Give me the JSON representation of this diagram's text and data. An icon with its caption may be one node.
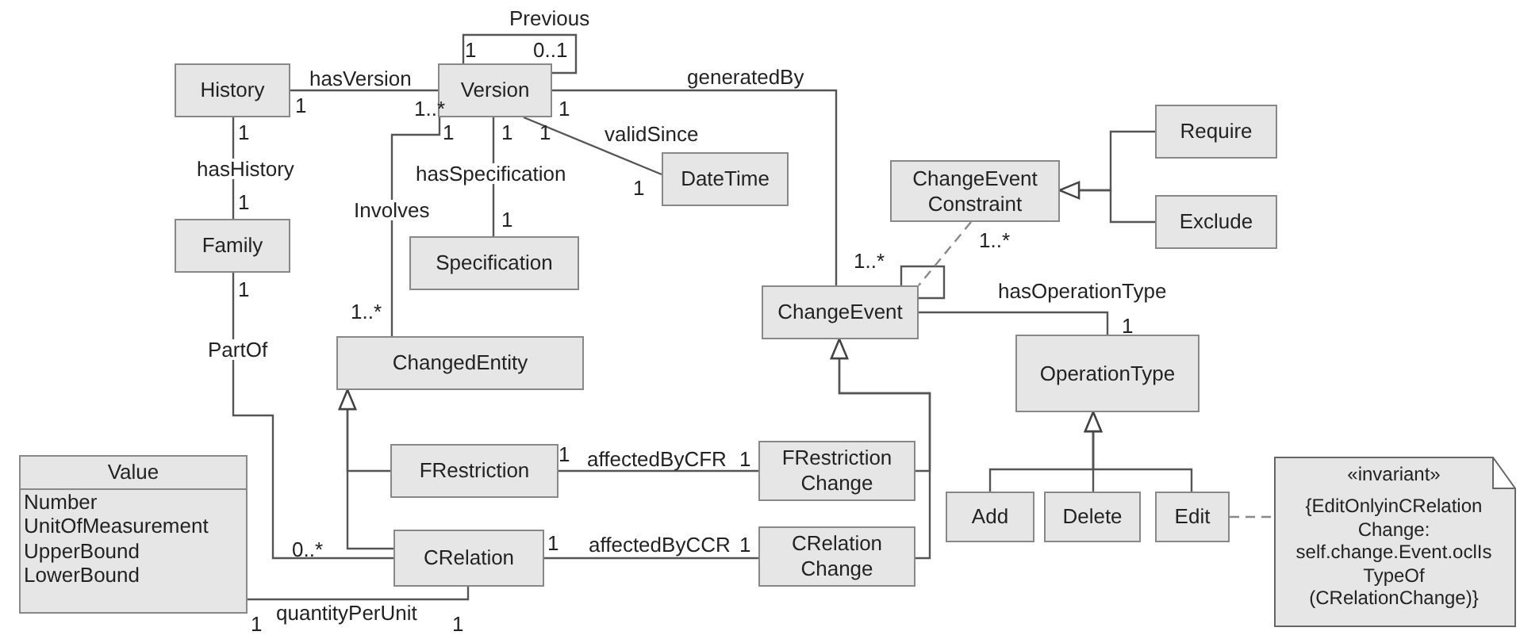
{
  "diagram": {
    "nodes": [
      {
        "text": [
          "History"
        ]
      },
      {
        "text": [
          "Version"
        ]
      },
      {
        "text": [
          "DateTime"
        ]
      },
      {
        "text": [
          "Specification"
        ]
      },
      {
        "text": [
          "Family"
        ]
      },
      {
        "text": [
          "ChangeEvent Constraint"
        ]
      },
      {
        "text": [
          "Require"
        ]
      },
      {
        "text": [
          "Exclude"
        ]
      },
      {
        "text": [
          "ChangeEvent"
        ]
      },
      {
        "text": [
          "OperationType"
        ]
      },
      {
        "text": [
          "ChangedEntity"
        ]
      },
      {
        "text": [
          "Value",
          "Number",
          "UnitOfMeasurement",
          "UpperBound",
          "LowerBound"
        ]
      },
      {
        "text": [
          "FRestriction"
        ]
      },
      {
        "text": [
          "FRestriction Change"
        ]
      },
      {
        "text": [
          "CRelation"
        ]
      },
      {
        "text": [
          "CRelation Change"
        ]
      },
      {
        "text": [
          "Add"
        ]
      },
      {
        "text": [
          "Delete"
        ]
      },
      {
        "text": [
          "Edit"
        ]
      },
      {
        "text": [
          "«invariant»",
          "{EditOnlyinCRelation Change: self.change.Event.oclIs TypeOf (CRelationChange)}"
        ]
      }
    ],
    "edges": [
      {
        "from": 0,
        "to": 1,
        "arrow": "none",
        "label": "hasVersion"
      },
      {
        "from": 1,
        "to": 1,
        "arrow": "none",
        "label": "Previous"
      },
      {
        "from": 1,
        "to": 2,
        "arrow": "none",
        "label": "validSince"
      },
      {
        "from": 1,
        "to": 3,
        "arrow": "none",
        "label": "hasSpecification"
      },
      {
        "from": 1,
        "to": 8,
        "arrow": "none",
        "label": "generatedBy"
      },
      {
        "from": 1,
        "to": 10,
        "arrow": "none",
        "label": "Involves"
      },
      {
        "from": 0,
        "to": 4,
        "arrow": "none",
        "label": "hasHistory"
      },
      {
        "from": 4,
        "to": 14,
        "arrow": "none",
        "label": "PartOf"
      },
      {
        "from": 8,
        "to": 8,
        "arrow": "none"
      },
      {
        "from": 5,
        "to": 8,
        "arrow": "none",
        "style": "dashed"
      },
      {
        "from": 6,
        "to": 5,
        "arrow": "to"
      },
      {
        "from": 7,
        "to": 5,
        "arrow": "to"
      },
      {
        "from": 8,
        "to": 9,
        "arrow": "none",
        "label": "hasOperationType"
      },
      {
        "from": 12,
        "to": 10,
        "arrow": "to"
      },
      {
        "from": 14,
        "to": 10,
        "arrow": "to"
      },
      {
        "from": 13,
        "to": 8,
        "arrow": "to"
      },
      {
        "from": 15,
        "to": 8,
        "arrow": "to"
      },
      {
        "from": 12,
        "to": 13,
        "arrow": "none",
        "label": "affectedByCFR"
      },
      {
        "from": 14,
        "to": 15,
        "arrow": "none",
        "label": "affectedByCCR"
      },
      {
        "from": 11,
        "to": 14,
        "arrow": "none",
        "label": "quantityPerUnit"
      },
      {
        "from": 16,
        "to": 9,
        "arrow": "to"
      },
      {
        "from": 17,
        "to": 9,
        "arrow": "to"
      },
      {
        "from": 18,
        "to": 9,
        "arrow": "to"
      },
      {
        "from": 18,
        "to": 19,
        "arrow": "none",
        "style": "dashed"
      }
    ],
    "labels": [
      "1",
      "0..1",
      "1",
      "1..*",
      "1",
      "1",
      "1",
      "1",
      "1",
      "1",
      "1",
      "1",
      "1..*",
      "1..*",
      "1",
      "1..*",
      "1",
      "1",
      "1",
      "0..*",
      "1",
      "1",
      "1",
      "1"
    ]
  }
}
